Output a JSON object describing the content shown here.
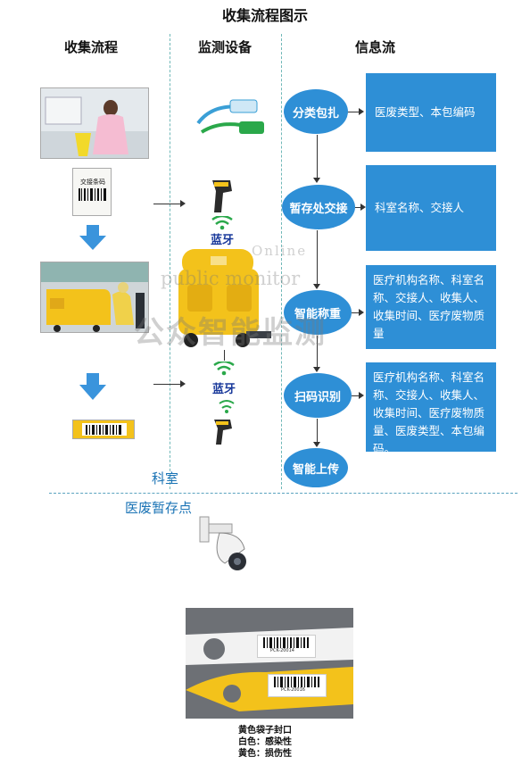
{
  "title": "收集流程图示",
  "columns": {
    "collect": "收集流程",
    "monitor": "监测设备",
    "info": "信息流"
  },
  "photo_labels": {
    "handover_barcode": "交接条码"
  },
  "bluetooth_label": "蓝牙",
  "flow_nodes": [
    "分类包扎",
    "暂存处交接",
    "智能称重",
    "扫码识别",
    "智能上传"
  ],
  "info_boxes": [
    "医废类型、本包编码",
    "科室名称、交接人",
    "医疗机构名称、科室名称、交接人、收集人、收集时间、医疗废物质量",
    "医疗机构名称、科室名称、交接人、收集人、收集时间、医疗废物质量、医废类型、本包编码。"
  ],
  "zones": {
    "department": "科室",
    "storage": "医废暂存点"
  },
  "watermark": {
    "line1": "Online",
    "line2": "public monitor",
    "line3": "公众智能监测"
  },
  "seal_tags": [
    "PCK-20014",
    "PCK-20016"
  ],
  "captions": [
    "黄色袋子封口",
    "白色：感染性",
    "黄色：损伤性"
  ],
  "colors": {
    "accent": "#2e8fd6",
    "arrow": "#3a94dc",
    "trolley": "#f3c21b",
    "bluetooth": "#1a3a9b"
  }
}
